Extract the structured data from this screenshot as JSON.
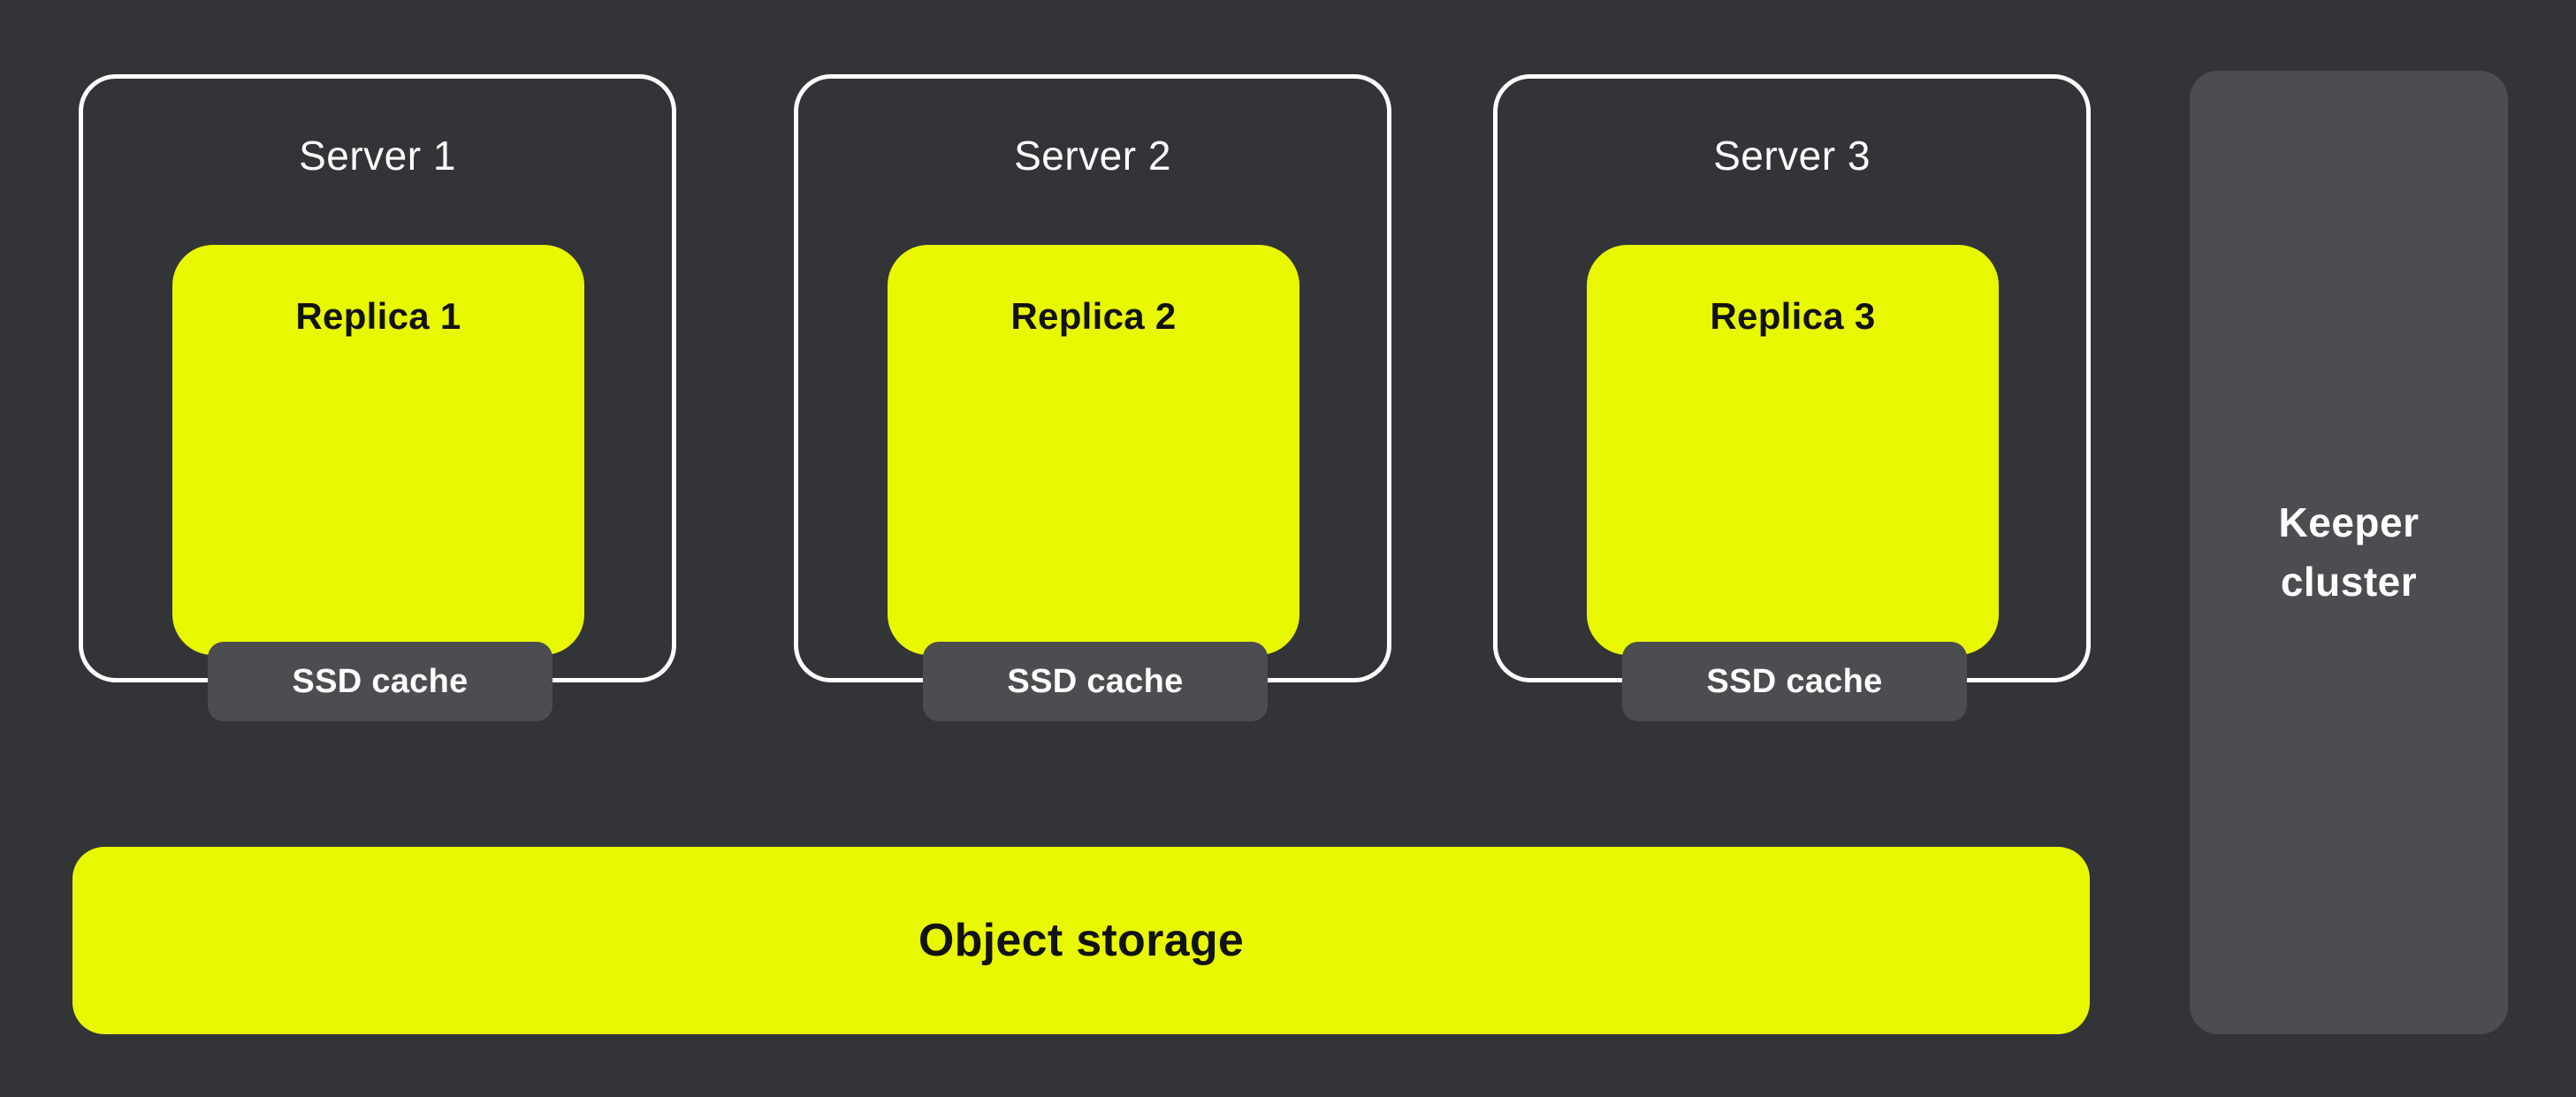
{
  "colors": {
    "background": "#333437",
    "yellow": "#E8F800",
    "gray_box": "#4C4D50",
    "white": "#FFFFFF",
    "dark_text": "#121212"
  },
  "servers": [
    {
      "label": "Server 1",
      "replica_label": "Replica 1",
      "cache_label": "SSD cache"
    },
    {
      "label": "Server 2",
      "replica_label": "Replica 2",
      "cache_label": "SSD cache"
    },
    {
      "label": "Server 3",
      "replica_label": "Replica 3",
      "cache_label": "SSD cache"
    }
  ],
  "object_storage_label": "Object storage",
  "keeper_cluster_label": "Keeper cluster"
}
